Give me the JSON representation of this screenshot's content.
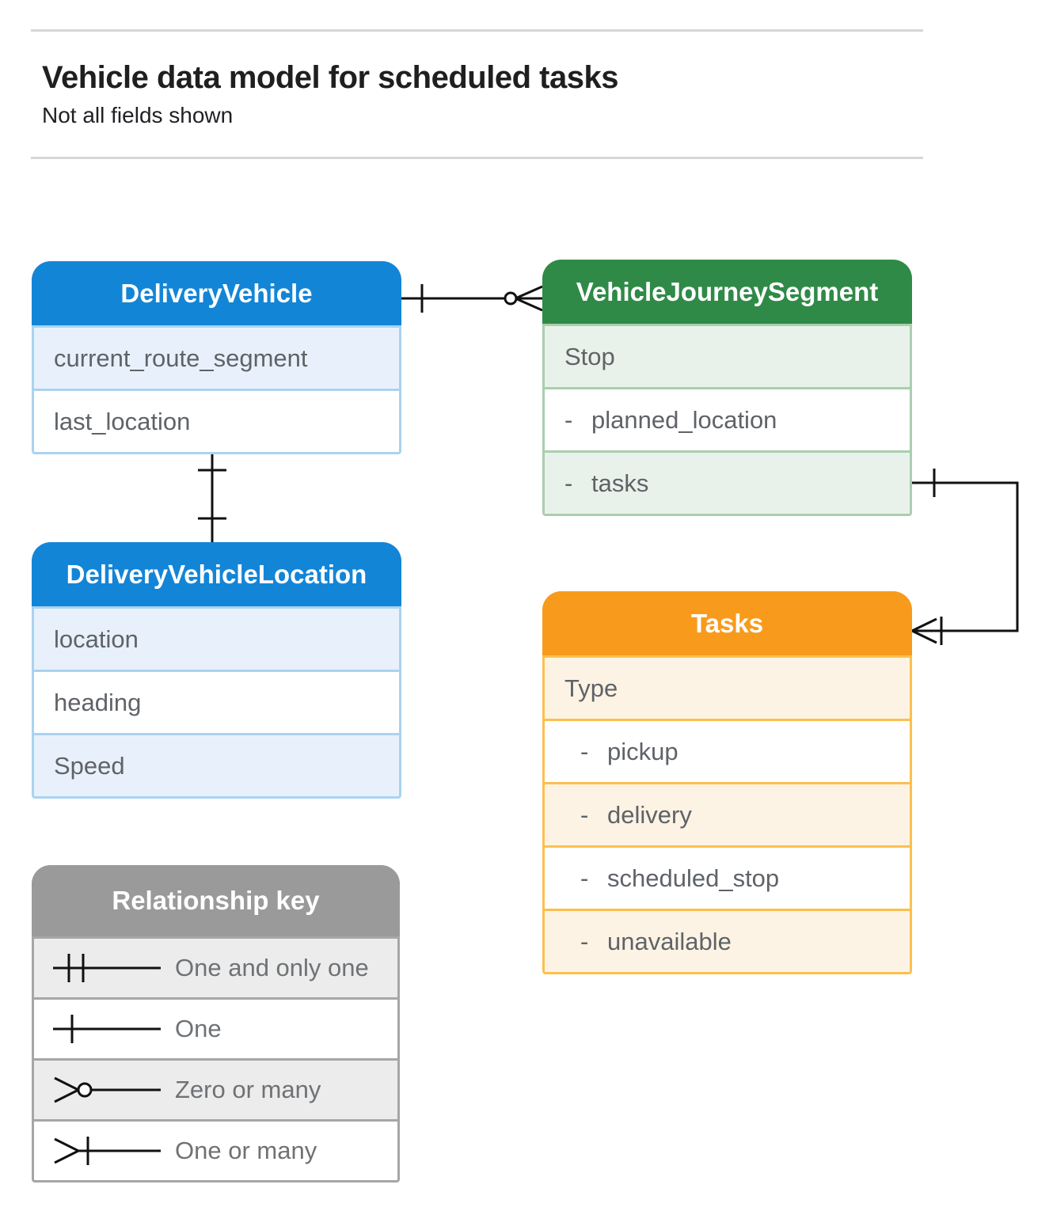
{
  "page": {
    "title": "Vehicle data model for scheduled tasks",
    "subtitle": "Not all fields shown"
  },
  "entities": {
    "delivery_vehicle": {
      "title": "DeliveryVehicle",
      "header_color": "#1385D7",
      "tint_color": "#E8F1FB",
      "border_color": "#A9D3F1",
      "rows": [
        {
          "label": "current_route_segment"
        },
        {
          "label": "last_location"
        }
      ]
    },
    "vehicle_journey_segment": {
      "title": "VehicleJourneySegment",
      "header_color": "#2F8A47",
      "tint_color": "#E9F2EA",
      "border_color": "#A9CFAE",
      "rows": [
        {
          "label": "Stop"
        },
        {
          "prefix": "-",
          "label": "planned_location"
        },
        {
          "prefix": "-",
          "label": "tasks"
        }
      ]
    },
    "delivery_vehicle_location": {
      "title": "DeliveryVehicleLocation",
      "header_color": "#1385D7",
      "tint_color": "#E8F1FB",
      "border_color": "#A9D3F1",
      "rows": [
        {
          "label": "location"
        },
        {
          "label": "heading"
        },
        {
          "label": "Speed"
        }
      ]
    },
    "tasks": {
      "title": "Tasks",
      "header_color": "#F89B1C",
      "tint_color": "#FDF3E4",
      "border_color": "#FBC04D",
      "rows": [
        {
          "label": "Type"
        },
        {
          "prefix": "-",
          "label": "pickup"
        },
        {
          "prefix": "-",
          "label": "delivery"
        },
        {
          "prefix": "-",
          "label": "scheduled_stop"
        },
        {
          "prefix": "-",
          "label": "unavailable"
        }
      ]
    }
  },
  "legend": {
    "title": "Relationship key",
    "header_color": "#9A9A9A",
    "tint_color": "#ECECEC",
    "border_color": "#A6A6A6",
    "items": [
      {
        "symbol": "one-and-only-one",
        "label": "One and only one"
      },
      {
        "symbol": "one",
        "label": "One"
      },
      {
        "symbol": "zero-or-many",
        "label": "Zero or many"
      },
      {
        "symbol": "one-or-many",
        "label": "One or many"
      }
    ]
  },
  "relationships": [
    {
      "from": "DeliveryVehicle",
      "to": "VehicleJourneySegment",
      "from_cardinality": "one",
      "to_cardinality": "zero-or-many"
    },
    {
      "from": "DeliveryVehicle",
      "to": "DeliveryVehicleLocation",
      "from_cardinality": "one",
      "to_cardinality": "one"
    },
    {
      "from": "VehicleJourneySegment.tasks",
      "to": "Tasks",
      "from_cardinality": "one",
      "to_cardinality": "one-or-many"
    }
  ]
}
